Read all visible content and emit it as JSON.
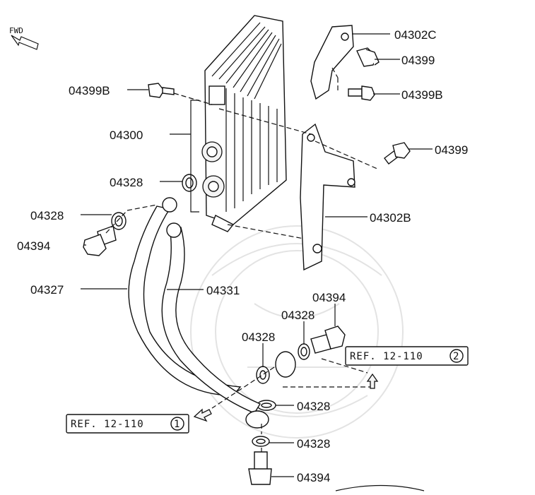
{
  "direction": {
    "label": "FWD"
  },
  "callouts": [
    {
      "id": "04302C"
    },
    {
      "id": "04399"
    },
    {
      "id": "04399B"
    },
    {
      "id": "04399B"
    },
    {
      "id": "04300"
    },
    {
      "id": "04399"
    },
    {
      "id": "04328"
    },
    {
      "id": "04302B"
    },
    {
      "id": "04328"
    },
    {
      "id": "04394"
    },
    {
      "id": "04327"
    },
    {
      "id": "04331"
    },
    {
      "id": "04394"
    },
    {
      "id": "04328"
    },
    {
      "id": "04328"
    },
    {
      "id": "04328"
    },
    {
      "id": "04328"
    },
    {
      "id": "04394"
    }
  ],
  "references": [
    {
      "text": "REF. 12-110",
      "circled": "2"
    },
    {
      "text": "REF. 12-110",
      "circled": "1"
    }
  ]
}
